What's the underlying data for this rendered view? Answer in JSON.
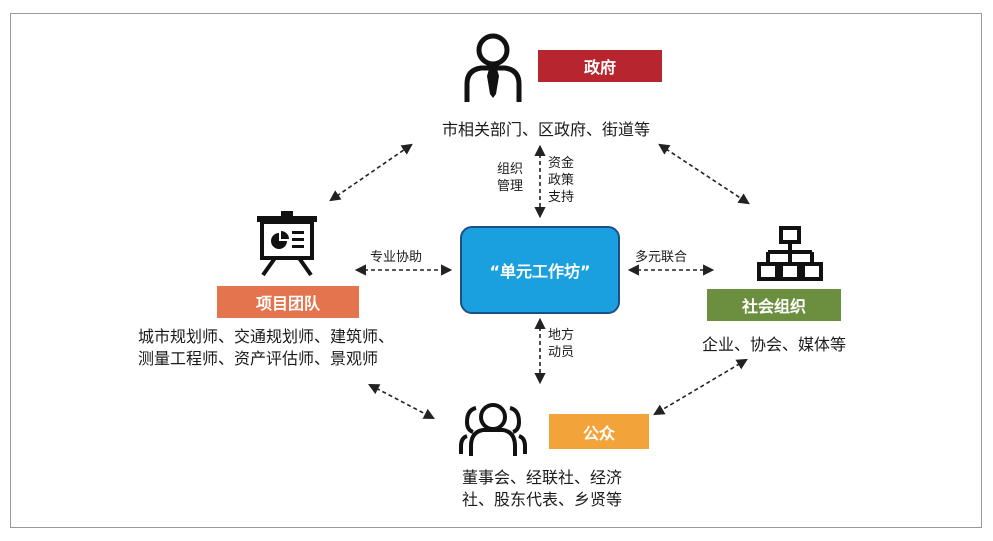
{
  "nodes": {
    "government": {
      "label": "政府",
      "desc_lines": [
        "市相关部门、区政府、街道等"
      ],
      "color": "#b7262f",
      "icon": "person-with-tie-icon"
    },
    "project_team": {
      "label": "项目团队",
      "desc_lines": [
        "城市规划师、交通规划师、建筑师、",
        "测量工程师、资产评估师、景观师"
      ],
      "color": "#e4744d",
      "icon": "presentation-board-icon"
    },
    "social_org": {
      "label": "社会组织",
      "desc_lines": [
        "企业、协会、媒体等"
      ],
      "color": "#6b8e3f",
      "icon": "org-chart-icon"
    },
    "public": {
      "label": "公众",
      "desc_lines": [
        "董事会、经联社、经济",
        "社、股东代表、乡贤等"
      ],
      "color": "#f2a43a",
      "icon": "people-group-icon"
    },
    "center": {
      "label": "“单元工作坊”",
      "color": "#1aa0df"
    }
  },
  "edges": {
    "gov_to_center_left": [
      "组织",
      "管理"
    ],
    "gov_to_center_right": [
      "资金",
      "政策",
      "支持"
    ],
    "team_to_center": "专业协助",
    "center_to_social": "多元联合",
    "center_to_public": [
      "地方",
      "动员"
    ]
  }
}
